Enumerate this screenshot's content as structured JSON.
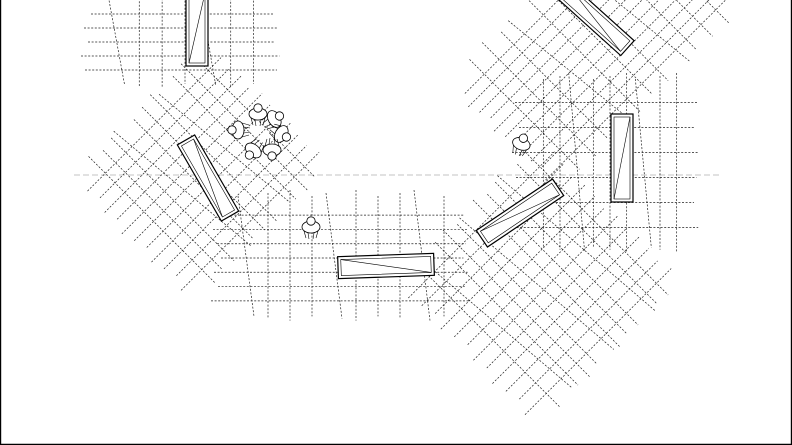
{
  "drawing": {
    "line_color": "#000000",
    "background_color": "#ffffff",
    "platform_count": 6,
    "bench_count": 6,
    "people_count": 8
  }
}
